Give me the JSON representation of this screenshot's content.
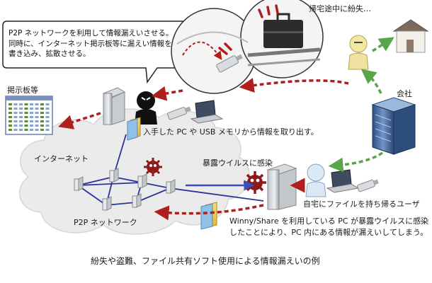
{
  "bubble": {
    "line1": "P2P ネットワークを利用して情報漏えいさせる。",
    "line2": "同時に、インターネット掲示板等に漏えい情報を",
    "line3": "書き込み、拡散させる。"
  },
  "labels": {
    "commute_loss": "帰宅途中に紛失…",
    "company": "会社",
    "bbs": "掲示板等",
    "internet": "インターネット",
    "p2p_network": "P2P ネットワーク",
    "obtain_info": "入手した PC や USB メモリから情報を取り出す。",
    "virus_infection": "暴露ウイルスに感染",
    "take_home_user": "自宅にファイルを持ち帰るユーザ",
    "winny_line1": "Winny/Share を利用している PC が暴露ウイルスに感染",
    "winny_line2": "したことにより、PC 内にある情報が漏えいしてしまう。"
  },
  "caption": "紛失や盗難、ファイル共有ソフト使用による情報漏えいの例",
  "colors": {
    "red_arrow": "#b01e1e",
    "green_arrow": "#58a64a",
    "blue_arrow": "#3a4fb8",
    "network_line": "#2a3597",
    "cloud_fill": "#ebebeb",
    "virus": "#8b1a1a"
  }
}
